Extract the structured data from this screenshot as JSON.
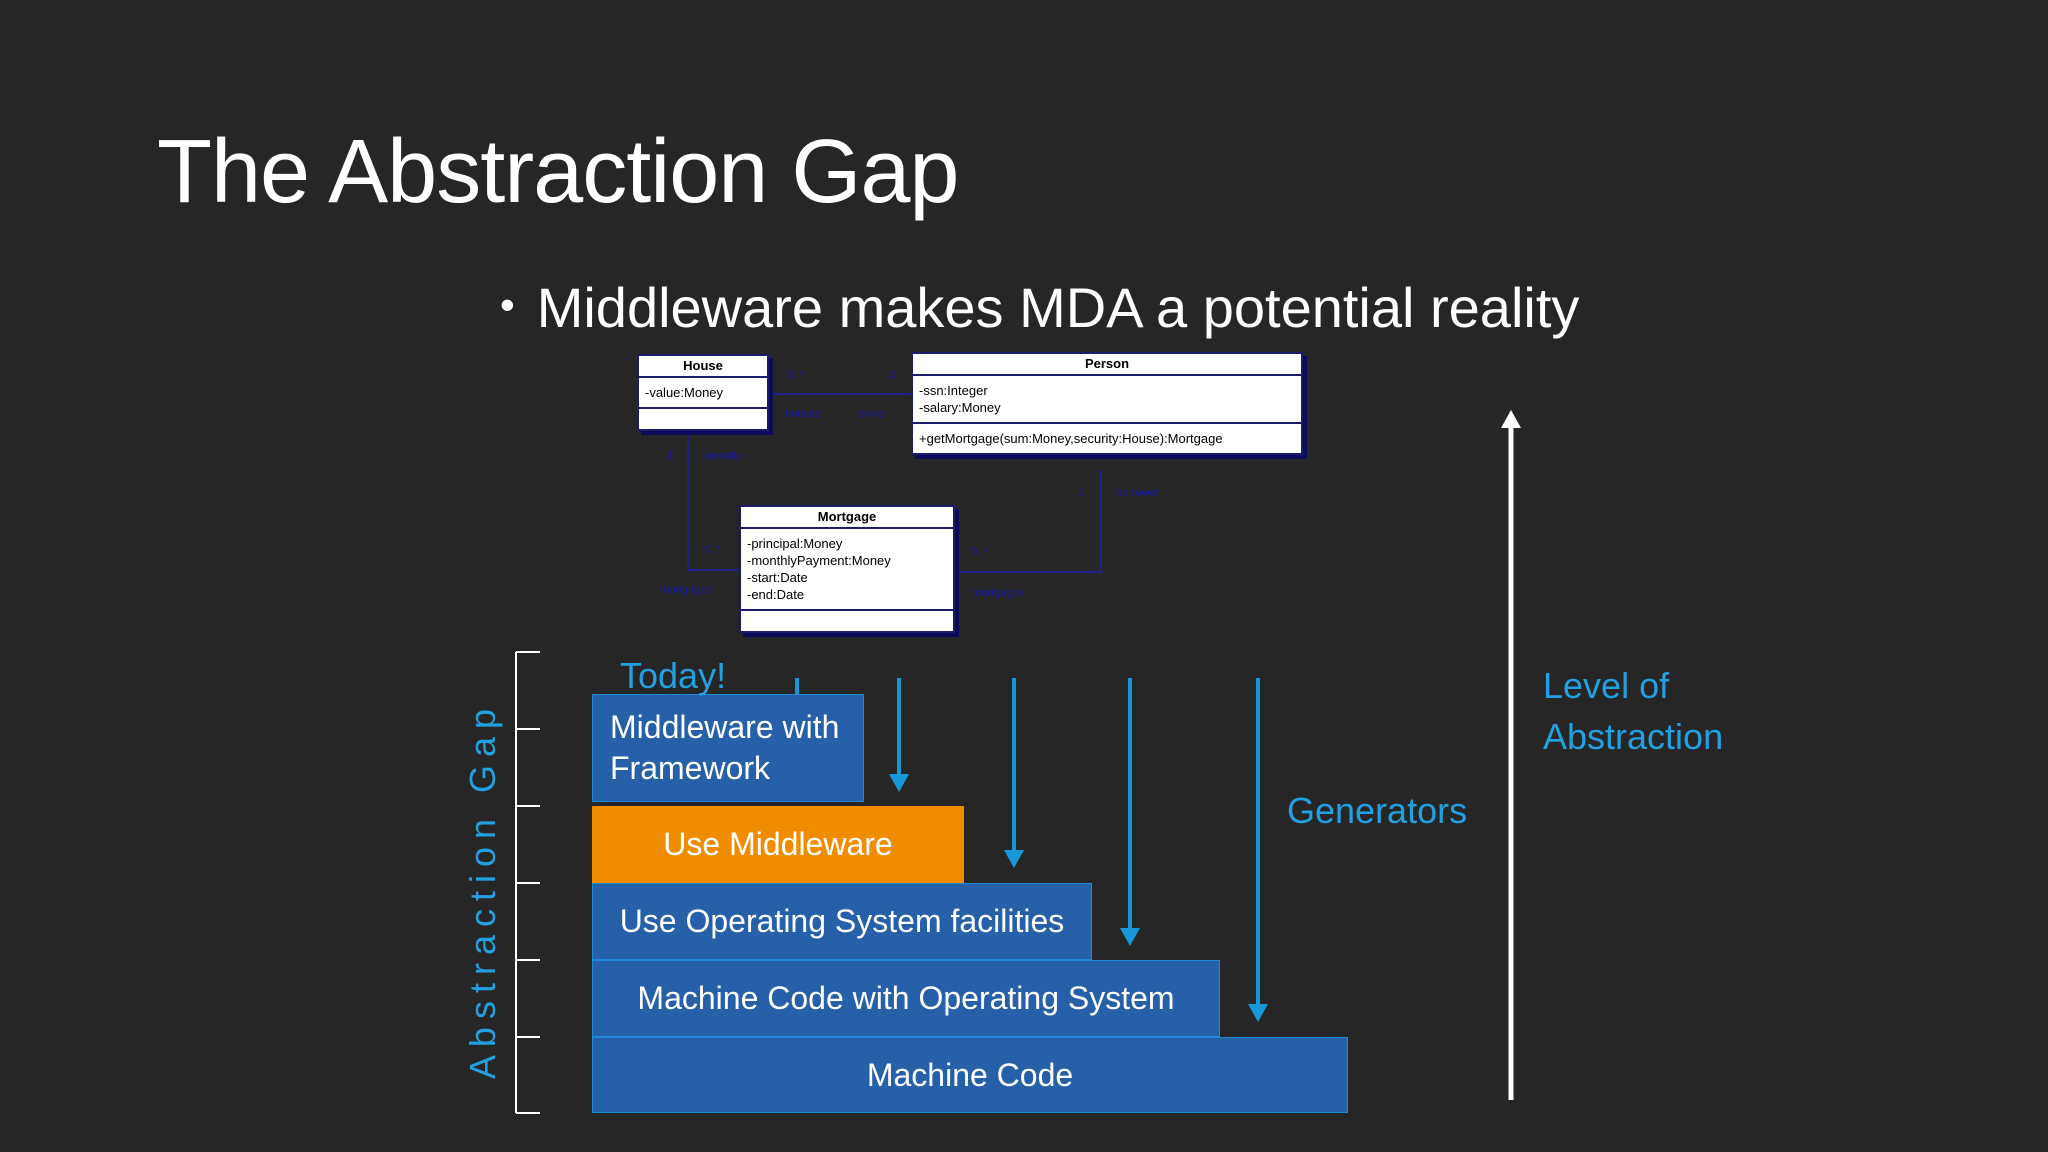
{
  "slide": {
    "title": "The Abstraction Gap",
    "bullet": "Middleware makes MDA a potential reality"
  },
  "uml": {
    "house": {
      "name": "House",
      "attributes": [
        "-value:Money"
      ],
      "operations": []
    },
    "person": {
      "name": "Person",
      "attributes": [
        "-ssn:Integer",
        "-salary:Money"
      ],
      "operations": [
        "+getMortgage(sum:Money,security:House):Mortgage"
      ]
    },
    "mortgage": {
      "name": "Mortgage",
      "attributes": [
        "-principal:Money",
        "-monthlyPayment:Money",
        "-start:Date",
        "-end:Date"
      ],
      "operations": []
    },
    "labels": {
      "house_person_house_mult": "0..*",
      "house_person_person_mult": "1",
      "house_role": "houses",
      "owner_role": "owner",
      "security_mult": "1",
      "security_role": "security",
      "mortgage_left_mult": "0..*",
      "mortgages_left": "mortgages",
      "borrower_mult": "1",
      "borrower_role": "borrower",
      "mortgage_right_mult": "0..*",
      "mortgages_right": "mortgages"
    }
  },
  "diagram": {
    "today": "Today!",
    "generators": "Generators",
    "level_line1": "Level of",
    "level_line2": "Abstraction",
    "gap_label": "Abstraction Gap",
    "levels": [
      "Middleware with Framework",
      "Use Middleware",
      "Use Operating System facilities",
      "Machine Code with Operating System",
      "Machine Code"
    ],
    "colors": {
      "block": "#2560a8",
      "highlight": "#f08c00",
      "accent": "#22a0e0",
      "background": "#262626"
    }
  }
}
